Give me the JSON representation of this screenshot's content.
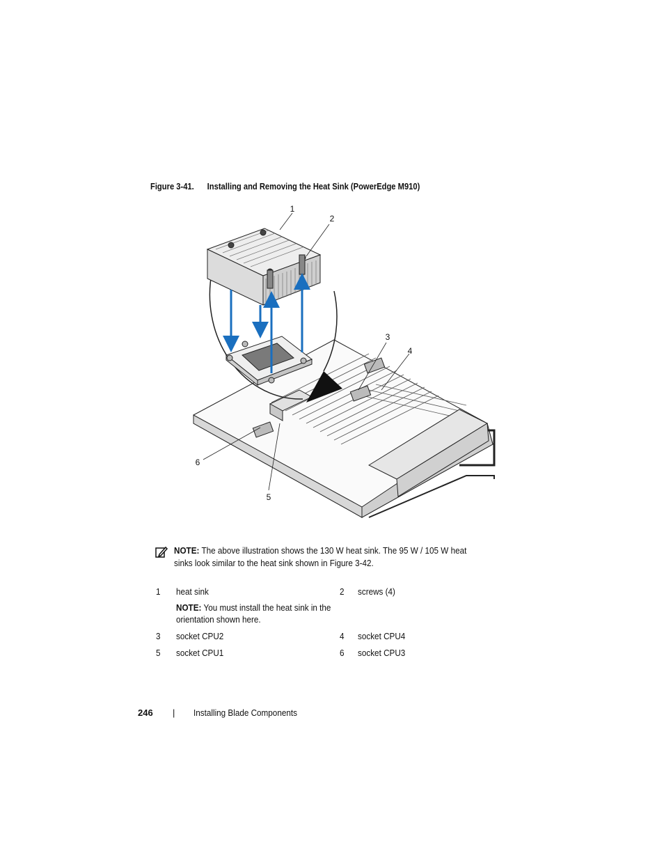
{
  "caption": {
    "figure_number": "Figure 3-41.",
    "title": "Installing and Removing the Heat Sink (PowerEdge M910)"
  },
  "figure": {
    "callouts": [
      "1",
      "2",
      "3",
      "4",
      "5",
      "6"
    ]
  },
  "note": {
    "label": "NOTE:",
    "text": "The above illustration shows the 130 W heat sink. The 95 W / 105 W heat sinks look similar to the heat sink shown in Figure 3-42.",
    "icon": "pencil-note-icon"
  },
  "legend": {
    "items": [
      {
        "num": "1",
        "label": "heat sink"
      },
      {
        "num": "2",
        "label": "screws (4)"
      },
      {
        "num": "3",
        "label": "socket CPU2"
      },
      {
        "num": "4",
        "label": "socket CPU4"
      },
      {
        "num": "5",
        "label": "socket CPU1"
      },
      {
        "num": "6",
        "label": "socket CPU3"
      }
    ],
    "inner_note": {
      "label": "NOTE:",
      "text": "You must install the heat sink in the orientation shown here."
    }
  },
  "footer": {
    "page_number": "246",
    "separator": "|",
    "section": "Installing Blade Components"
  },
  "colors": {
    "arrow": "#1a6fbf",
    "line": "#222222"
  }
}
